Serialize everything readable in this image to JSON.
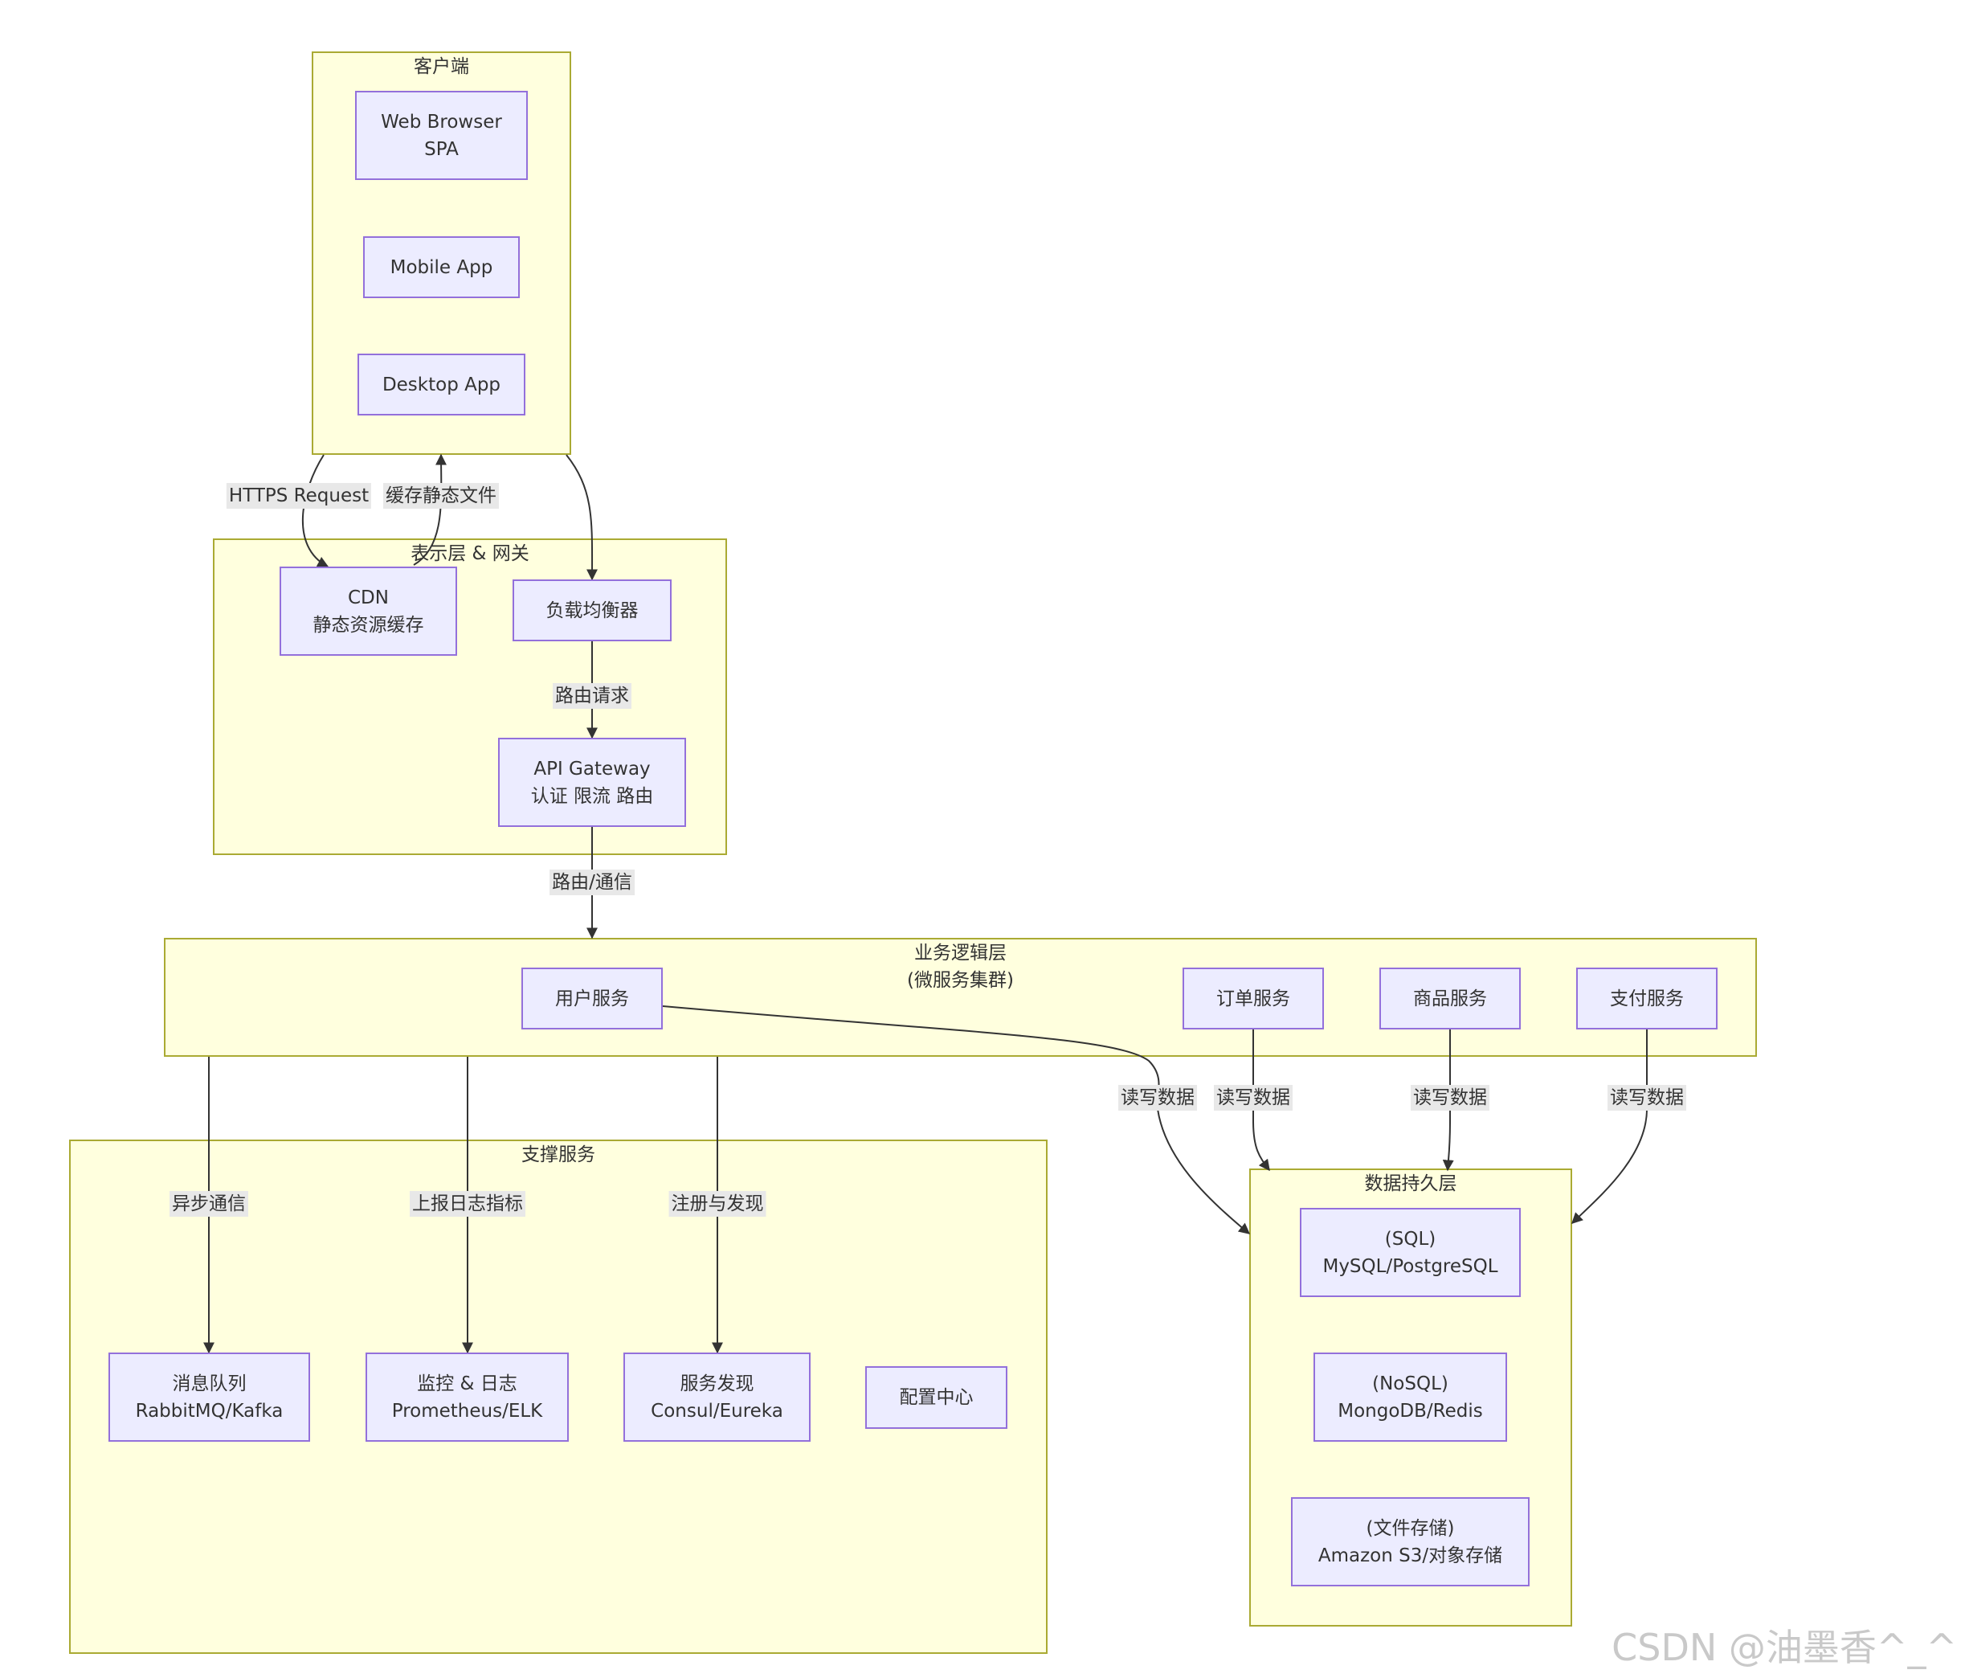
{
  "groups": {
    "client": "客户端",
    "presentation": "表示层 & 网关",
    "business_line1": "业务逻辑层",
    "business_line2": "(微服务集群)",
    "support": "支撑服务",
    "data": "数据持久层"
  },
  "nodes": {
    "web_browser": [
      "Web Browser",
      "SPA"
    ],
    "mobile_app": [
      "Mobile App"
    ],
    "desktop_app": [
      "Desktop App"
    ],
    "cdn": [
      "CDN",
      "静态资源缓存"
    ],
    "load_balancer": [
      "负载均衡器"
    ],
    "api_gateway": [
      "API Gateway",
      "认证 限流 路由"
    ],
    "user_service": [
      "用户服务"
    ],
    "order_service": [
      "订单服务"
    ],
    "product_service": [
      "商品服务"
    ],
    "payment_service": [
      "支付服务"
    ],
    "message_queue": [
      "消息队列",
      "RabbitMQ/Kafka"
    ],
    "monitoring": [
      "监控 & 日志",
      "Prometheus/ELK"
    ],
    "service_discovery": [
      "服务发现",
      "Consul/Eureka"
    ],
    "config_center": [
      "配置中心"
    ],
    "sql_db": [
      "(SQL)",
      "MySQL/PostgreSQL"
    ],
    "nosql_db": [
      "(NoSQL)",
      "MongoDB/Redis"
    ],
    "file_storage": [
      "(文件存储)",
      "Amazon S3/对象存储"
    ]
  },
  "edges": {
    "https_request": "HTTPS Request",
    "cache_static": "缓存静态文件",
    "route_request": "路由请求",
    "route_comm": "路由/通信",
    "async_comm": "异步通信",
    "report_logs": "上报日志指标",
    "register_discover": "注册与发现",
    "rw_user": "读写数据",
    "rw_order": "读写数据",
    "rw_product": "读写数据",
    "rw_payment": "读写数据"
  },
  "watermark": "CSDN @油墨香^_^"
}
